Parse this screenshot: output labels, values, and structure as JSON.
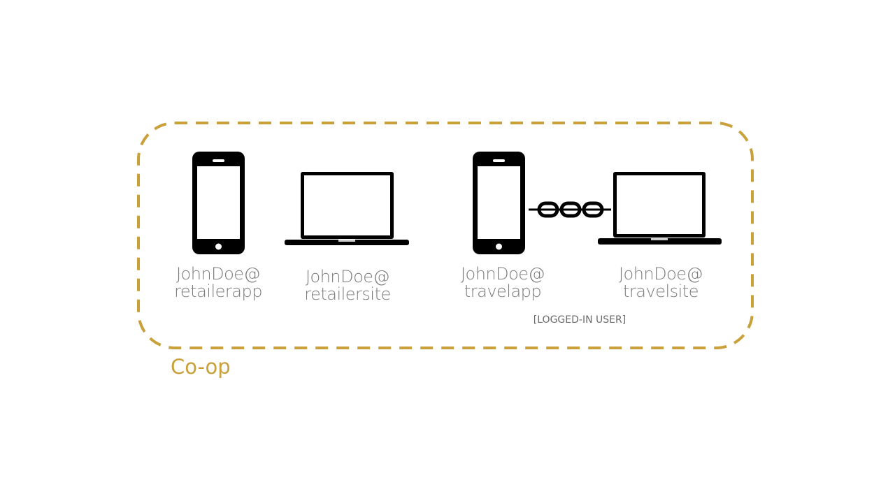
{
  "group": {
    "label": "Co-op",
    "color": "#C9A03A"
  },
  "devices": [
    {
      "type": "phone",
      "line1": "JohnDoe@",
      "line2": "retailerapp"
    },
    {
      "type": "laptop",
      "line1": "JohnDoe@",
      "line2": "retailersite"
    },
    {
      "type": "phone",
      "line1": "JohnDoe@",
      "line2": "travelapp"
    },
    {
      "type": "laptop",
      "line1": "JohnDoe@",
      "line2": "travelsite"
    }
  ],
  "link": {
    "icon": "chain-link-icon"
  },
  "note": "[LOGGED-IN USER]"
}
